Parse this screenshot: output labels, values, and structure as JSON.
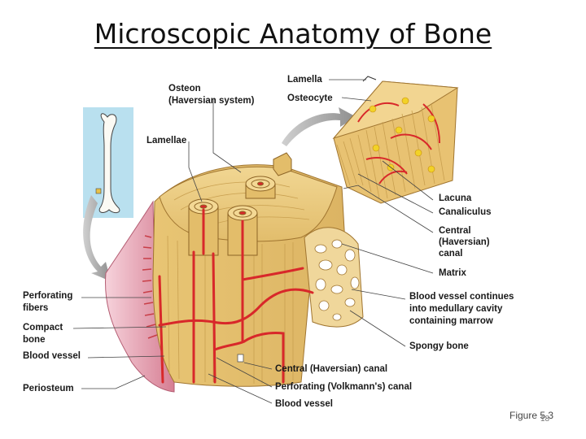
{
  "title": "Microscopic Anatomy of Bone",
  "labels": {
    "osteon": "Osteon",
    "haversian_system": "(Haversian system)",
    "lamella": "Lamella",
    "osteocyte": "Osteocyte",
    "lamellae": "Lamellae",
    "lacuna": "Lacuna",
    "canaliculus": "Canaliculus",
    "central": "Central",
    "haversian": "(Haversian)",
    "canal": "canal",
    "matrix": "Matrix",
    "bv_continues_1": "Blood vessel continues",
    "bv_continues_2": "into medullary cavity",
    "bv_continues_3": "containing marrow",
    "spongy_bone": "Spongy bone",
    "perforating_1": "Perforating",
    "perforating_2": "fibers",
    "compact_1": "Compact",
    "compact_2": "bone",
    "blood_vessel_left": "Blood vessel",
    "periosteum": "Periosteum",
    "central_canal": "Central (Haversian) canal",
    "perforating_canal": "Perforating (Volkmann's) canal",
    "blood_vessel_bottom": "Blood vessel"
  },
  "figure_ref": "Figure 5.3",
  "slide_number": "18",
  "colors": {
    "bone": "#e9c878",
    "bone_dark": "#c99a45",
    "vessel": "#d8282a",
    "periosteum": "#e7a6b4",
    "inset_bg": "#b9e0ef",
    "arrow": "#a9a9a9"
  }
}
